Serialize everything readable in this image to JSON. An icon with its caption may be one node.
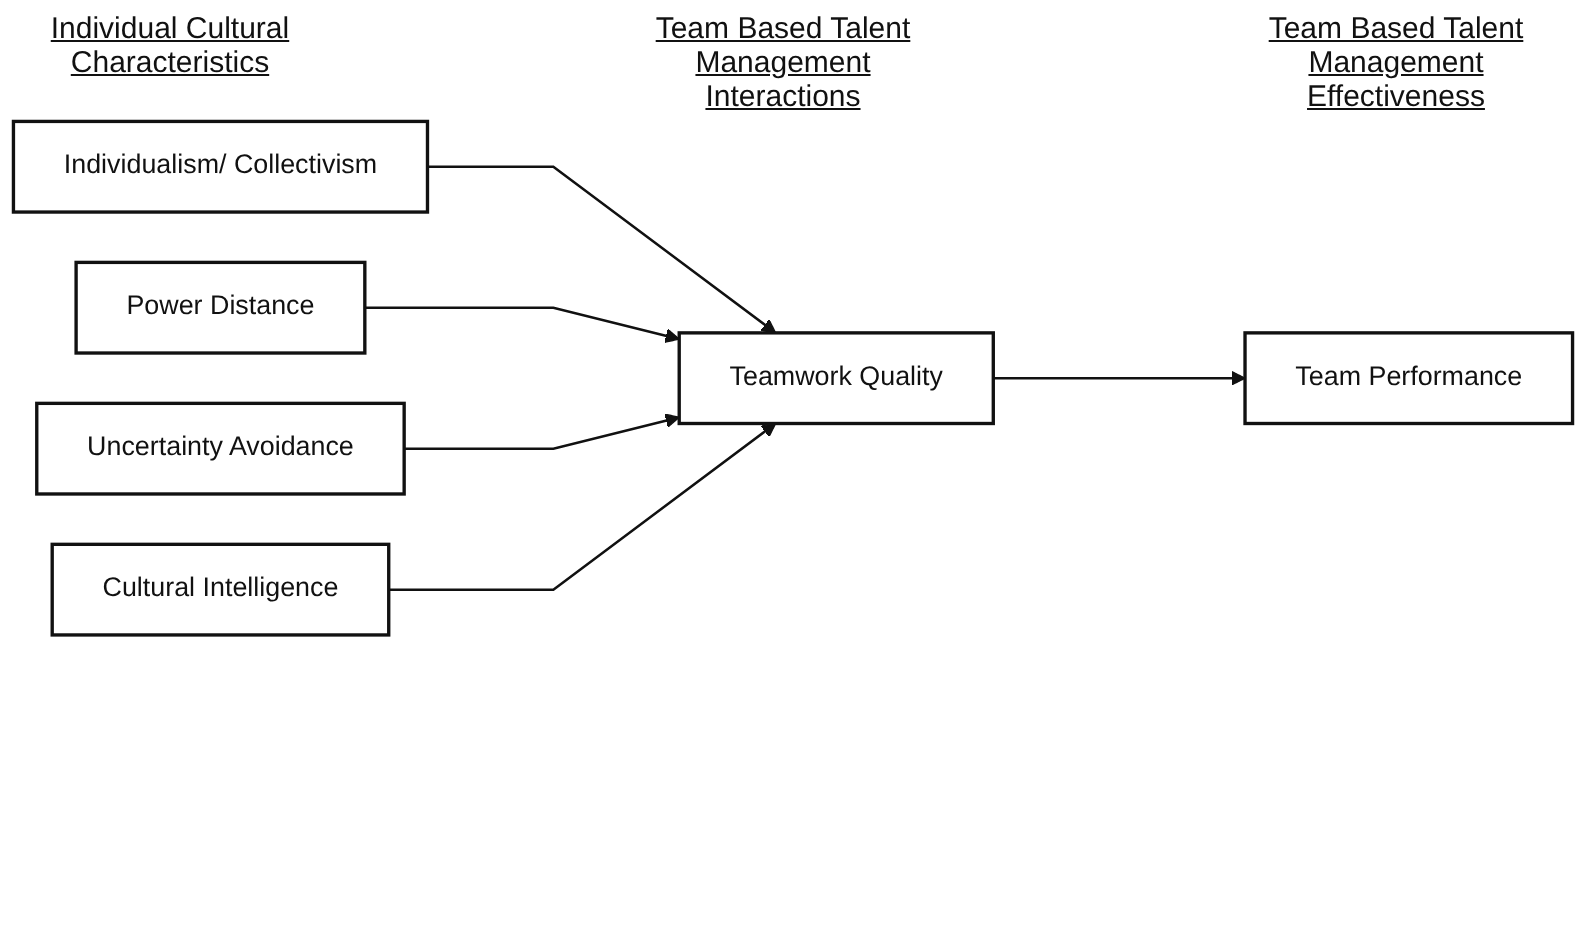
{
  "diagram": {
    "nodes": [
      {
        "text": [
          "Individualism/ Collectivism"
        ]
      },
      {
        "text": [
          "Power Distance"
        ]
      },
      {
        "text": [
          "Uncertainty Avoidance"
        ]
      },
      {
        "text": [
          "Cultural Intelligence"
        ]
      },
      {
        "text": [
          "Teamwork Quality"
        ]
      },
      {
        "text": [
          "Team Performance"
        ]
      }
    ],
    "edges": [
      {
        "from": 0,
        "to": 4,
        "arrow": "to"
      },
      {
        "from": 1,
        "to": 4,
        "arrow": "to"
      },
      {
        "from": 2,
        "to": 4,
        "arrow": "to"
      },
      {
        "from": 3,
        "to": 4,
        "arrow": "to"
      },
      {
        "from": 4,
        "to": 5,
        "arrow": "to"
      }
    ],
    "labels": [
      "Individual Cultural Characteristics",
      "Team Based Talent Management Interactions",
      "Team Based Talent Management Effectiveness"
    ]
  }
}
